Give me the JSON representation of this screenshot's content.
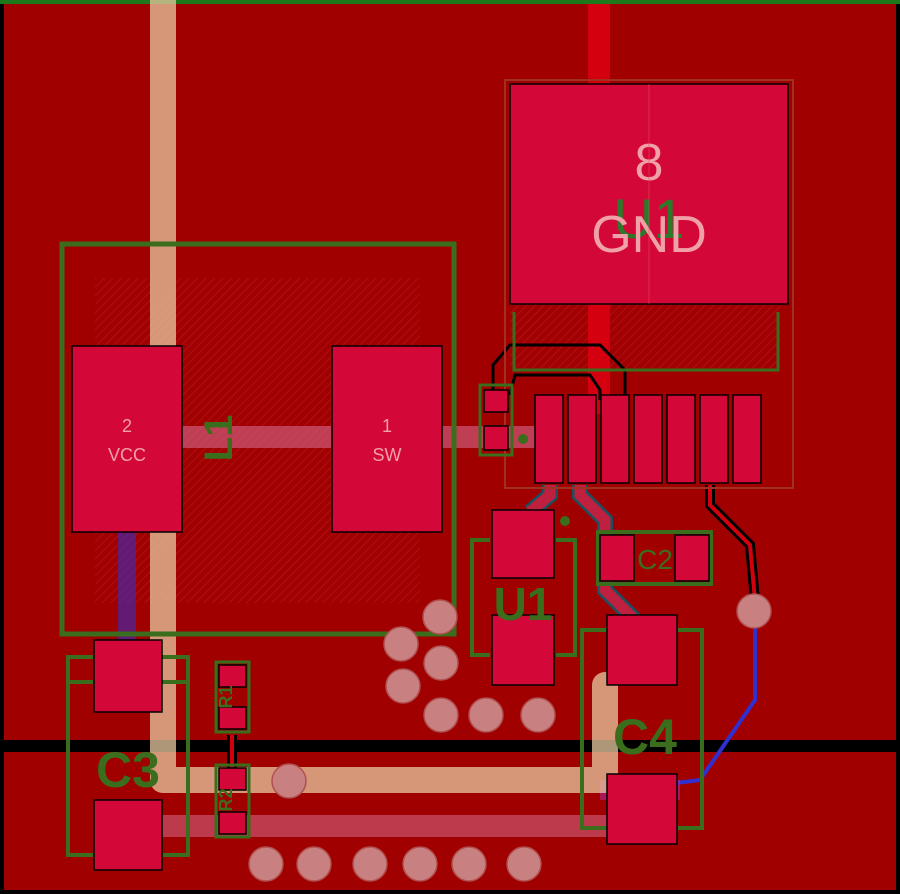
{
  "board": {
    "colors": {
      "background": "#000000",
      "top_copper": "#a00000",
      "pad": "#d4003a",
      "silkscreen": "#3a6e1c",
      "overlay_trace": "#e8c8a0",
      "bottom_trace": "#3030d0",
      "via": "#c88080",
      "board_edge": "#1c7a1c"
    }
  },
  "components": {
    "u1_big": {
      "ref": "U1",
      "pad_number": "8",
      "pad_net": "GND"
    },
    "l1": {
      "ref": "L1",
      "pad2_number": "2",
      "pad2_net": "VCC",
      "pad1_number": "1",
      "pad1_net": "SW"
    },
    "u1_small": {
      "ref": "U1"
    },
    "c2": {
      "ref": "C2"
    },
    "c3": {
      "ref": "C3"
    },
    "c4": {
      "ref": "C4"
    },
    "r1": {
      "ref": "R1"
    },
    "r2": {
      "ref": "R2"
    }
  }
}
